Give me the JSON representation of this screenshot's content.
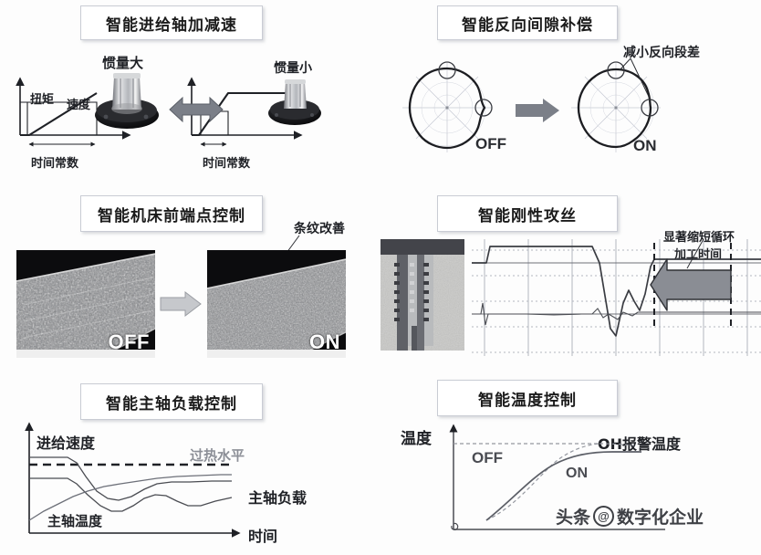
{
  "page": {
    "background": "#fdfdfd",
    "watermark": {
      "prefix": "头条",
      "at": "@",
      "suffix": "数字化企业"
    }
  },
  "panels": [
    {
      "id": "feed-axis-accel",
      "title": "智能进给轴加减速",
      "labels": {
        "left_inertia": "惯量大",
        "right_inertia": "惯量小",
        "torque": "扭矩",
        "speed": "速度",
        "time_constant_left": "时间常数",
        "time_constant_right": "时间常数"
      }
    },
    {
      "id": "backlash-compensation",
      "title": "智能反向间隙补偿",
      "labels": {
        "annotation": "减小反向段差",
        "off": "OFF",
        "on": "ON"
      }
    },
    {
      "id": "machine-tip-control",
      "title": "智能机床前端点控制",
      "labels": {
        "annotation": "条纹改善",
        "off": "OFF",
        "on": "ON"
      }
    },
    {
      "id": "rigid-tapping",
      "title": "智能刚性攻丝",
      "labels": {
        "annotation_line1": "显著缩短循环",
        "annotation_line2": "加工时间"
      }
    },
    {
      "id": "spindle-load-control",
      "title": "智能主轴负载控制",
      "labels": {
        "feed_rate": "进给速度",
        "overheat_level": "过热水平",
        "spindle_load": "主轴负载",
        "spindle_temp": "主轴温度",
        "time_axis": "时间"
      }
    },
    {
      "id": "temperature-control",
      "title": "智能温度控制",
      "labels": {
        "temperature_axis": "温度",
        "off": "OFF",
        "on": "ON",
        "oh_alarm": "OH报警温度"
      }
    }
  ],
  "colors": {
    "ink": "#1f2126",
    "line": "#3a3c42",
    "grid": "#9aa0ab",
    "arrow_gray": "#7b7f88",
    "plaque_border": "#c9ccd4"
  }
}
